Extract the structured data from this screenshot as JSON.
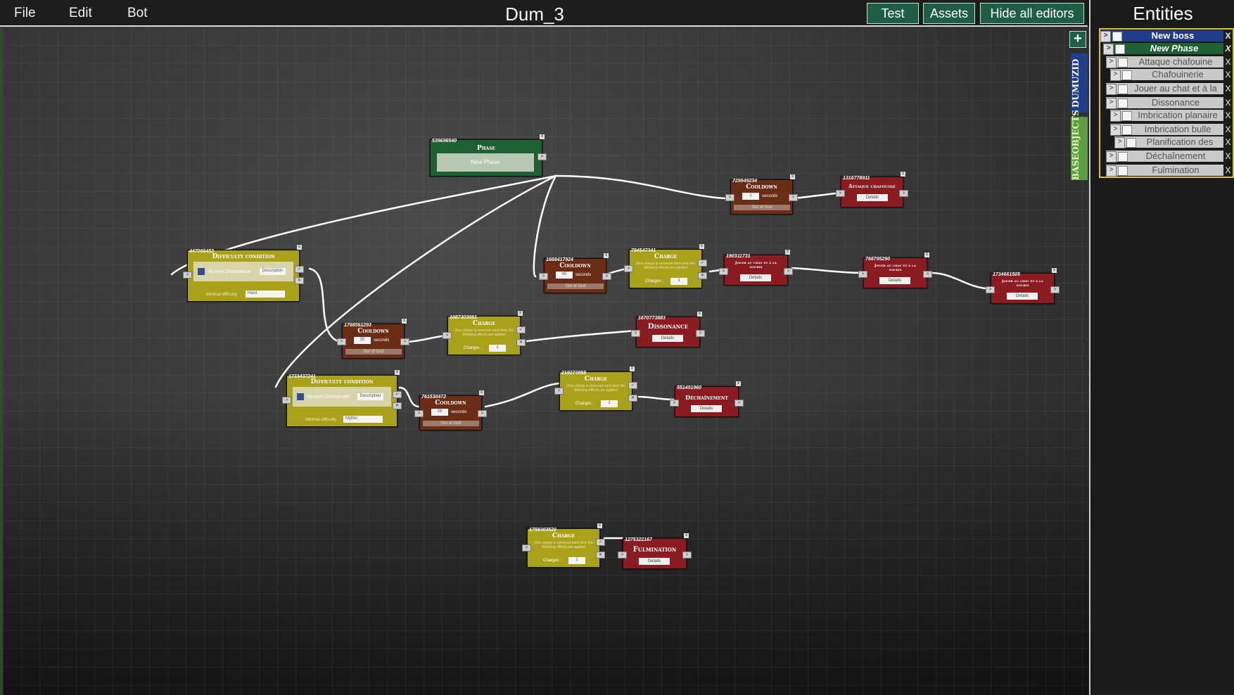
{
  "menu": {
    "file": "File",
    "edit": "Edit",
    "bot": "Bot"
  },
  "document_title": "Dum_3",
  "toolbar": {
    "test": "Test",
    "assets": "Assets",
    "hide_editors": "Hide all editors"
  },
  "panel": {
    "title": "Entities",
    "add_label": "+",
    "tabs": {
      "dumuzid": "DUMUZID",
      "base_objects": "BASEOBJECTS"
    },
    "rows": [
      {
        "label": "New boss",
        "expander": ">",
        "close": "X"
      },
      {
        "label": "New Phase",
        "expander": ">",
        "close": "X"
      },
      {
        "label": "Attaque chafouine",
        "expander": ">",
        "close": "X"
      },
      {
        "label": "Chafouinerie",
        "expander": ">",
        "close": "X"
      },
      {
        "label": "Jouer au chat et à la",
        "expander": ">",
        "close": "X"
      },
      {
        "label": "Dissonance",
        "expander": ">",
        "close": "X"
      },
      {
        "label": "Imbrication planaire",
        "expander": ">",
        "close": "X"
      },
      {
        "label": "Imbrication bulle",
        "expander": ">",
        "close": "X"
      },
      {
        "label": "Planification des",
        "expander": ">",
        "close": "X"
      },
      {
        "label": "Déchaînement",
        "expander": ">",
        "close": "X"
      },
      {
        "label": "Fulmination",
        "expander": ">",
        "close": "X"
      }
    ]
  },
  "common": {
    "seconds": "seconds",
    "out_of_gcd": "Out of Gcd",
    "details": "Details",
    "charges_label": "Charges :",
    "charge_desc": "One charge is removed each time the following effects are applied",
    "description": "Description",
    "minimal_difficulty": "Minimal difficulty",
    "check": "✓",
    "x": "✕",
    "port_in": ">",
    "port_out": ">",
    "close": "x"
  },
  "nodes": {
    "phase": {
      "id": "539696540",
      "title": "Phase",
      "name": "New Phase"
    },
    "cond1": {
      "id": "447066453",
      "title": "Difficulty condition",
      "name": "%Level Dissonance",
      "difficulty": "Hard"
    },
    "cond2": {
      "id": "1733437241",
      "title": "Difficulty condition",
      "name": "%Level Déchaînem",
      "difficulty": "Mythic"
    },
    "cd1": {
      "id": "729949234",
      "title": "Cooldown",
      "value": "1"
    },
    "cd2": {
      "id": "1668417924",
      "title": "Cooldown",
      "value": "45"
    },
    "cd3": {
      "id": "1768561293",
      "title": "Cooldown",
      "value": "30"
    },
    "cd4": {
      "id": "761530472",
      "title": "Cooldown",
      "value": "28"
    },
    "ch1": {
      "id": "784547341",
      "title": "Charge",
      "value": "1"
    },
    "ch2": {
      "id": "1087303061",
      "title": "Charge",
      "value": "1"
    },
    "ch3": {
      "id": "219273958",
      "title": "Charge",
      "value": "1"
    },
    "ch4": {
      "id": "1758303520",
      "title": "Charge",
      "value": "1"
    },
    "sp1": {
      "id": "1316778911",
      "title": "Attaque chafouine"
    },
    "sp2": {
      "id": "190311731",
      "title": "Jouer au chat et à la souris"
    },
    "sp3": {
      "id": "768795290",
      "title": "Jouer au chat et à la souris"
    },
    "sp4": {
      "id": "1734661505",
      "title": "Jouer au chat et à la souris"
    },
    "sp5": {
      "id": "1670773883",
      "title": "Dissonance"
    },
    "sp6": {
      "id": "551491960",
      "title": "Déchaînement"
    },
    "sp7": {
      "id": "1275322167",
      "title": "Fulmination"
    }
  }
}
